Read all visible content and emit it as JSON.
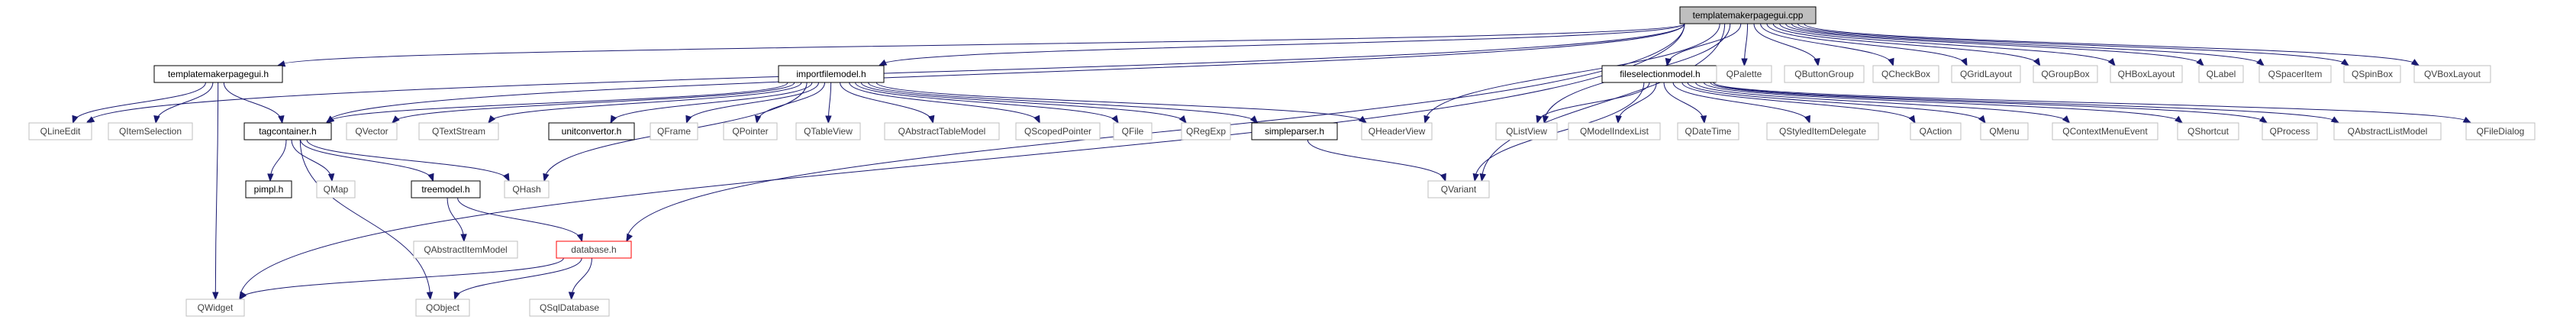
{
  "graph": {
    "root": "templatemakerpagegui.cpp",
    "nodes": [
      {
        "id": "root",
        "label": "templatemakerpagegui.cpp",
        "kind": "root"
      },
      {
        "id": "tmpagegui_h",
        "label": "templatemakerpagegui.h",
        "kind": "local"
      },
      {
        "id": "importfilemodel_h",
        "label": "importfilemodel.h",
        "kind": "local"
      },
      {
        "id": "fileselectionmodel_h",
        "label": "fileselectionmodel.h",
        "kind": "local"
      },
      {
        "id": "tagcontainer_h",
        "label": "tagcontainer.h",
        "kind": "local"
      },
      {
        "id": "unitconvertor_h",
        "label": "unitconvertor.h",
        "kind": "local"
      },
      {
        "id": "simpleparser_h",
        "label": "simpleparser.h",
        "kind": "local"
      },
      {
        "id": "pimpl_h",
        "label": "pimpl.h",
        "kind": "local"
      },
      {
        "id": "treemodel_h",
        "label": "treemodel.h",
        "kind": "local"
      },
      {
        "id": "database_h",
        "label": "database.h",
        "kind": "warn"
      },
      {
        "id": "QLineEdit",
        "label": "QLineEdit",
        "kind": "system"
      },
      {
        "id": "QItemSelection",
        "label": "QItemSelection",
        "kind": "system"
      },
      {
        "id": "QWidget",
        "label": "QWidget",
        "kind": "system"
      },
      {
        "id": "QVector",
        "label": "QVector",
        "kind": "system"
      },
      {
        "id": "QTextStream",
        "label": "QTextStream",
        "kind": "system"
      },
      {
        "id": "QFrame",
        "label": "QFrame",
        "kind": "system"
      },
      {
        "id": "QPointer",
        "label": "QPointer",
        "kind": "system"
      },
      {
        "id": "QTableView",
        "label": "QTableView",
        "kind": "system"
      },
      {
        "id": "QAbstractTableModel",
        "label": "QAbstractTableModel",
        "kind": "system"
      },
      {
        "id": "QScopedPointer",
        "label": "QScopedPointer",
        "kind": "system"
      },
      {
        "id": "QFile",
        "label": "QFile",
        "kind": "system"
      },
      {
        "id": "QRegExp",
        "label": "QRegExp",
        "kind": "system"
      },
      {
        "id": "QHeaderView",
        "label": "QHeaderView",
        "kind": "system"
      },
      {
        "id": "QMap",
        "label": "QMap",
        "kind": "system"
      },
      {
        "id": "QHash",
        "label": "QHash",
        "kind": "system"
      },
      {
        "id": "QObject",
        "label": "QObject",
        "kind": "system"
      },
      {
        "id": "QAbstractItemModel",
        "label": "QAbstractItemModel",
        "kind": "system"
      },
      {
        "id": "QSqlDatabase",
        "label": "QSqlDatabase",
        "kind": "system"
      },
      {
        "id": "QVariant",
        "label": "QVariant",
        "kind": "system"
      },
      {
        "id": "QListView",
        "label": "QListView",
        "kind": "system"
      },
      {
        "id": "QModelIndexList",
        "label": "QModelIndexList",
        "kind": "system"
      },
      {
        "id": "QDateTime",
        "label": "QDateTime",
        "kind": "system"
      },
      {
        "id": "QStyledItemDelegate",
        "label": "QStyledItemDelegate",
        "kind": "system"
      },
      {
        "id": "QAction",
        "label": "QAction",
        "kind": "system"
      },
      {
        "id": "QMenu",
        "label": "QMenu",
        "kind": "system"
      },
      {
        "id": "QContextMenuEvent",
        "label": "QContextMenuEvent",
        "kind": "system"
      },
      {
        "id": "QShortcut",
        "label": "QShortcut",
        "kind": "system"
      },
      {
        "id": "QProcess",
        "label": "QProcess",
        "kind": "system"
      },
      {
        "id": "QAbstractListModel",
        "label": "QAbstractListModel",
        "kind": "system"
      },
      {
        "id": "QFileDialog",
        "label": "QFileDialog",
        "kind": "system"
      },
      {
        "id": "QPalette",
        "label": "QPalette",
        "kind": "system"
      },
      {
        "id": "QButtonGroup",
        "label": "QButtonGroup",
        "kind": "system"
      },
      {
        "id": "QCheckBox",
        "label": "QCheckBox",
        "kind": "system"
      },
      {
        "id": "QGridLayout",
        "label": "QGridLayout",
        "kind": "system"
      },
      {
        "id": "QGroupBox",
        "label": "QGroupBox",
        "kind": "system"
      },
      {
        "id": "QHBoxLayout",
        "label": "QHBoxLayout",
        "kind": "system"
      },
      {
        "id": "QLabel",
        "label": "QLabel",
        "kind": "system"
      },
      {
        "id": "QSpacerItem",
        "label": "QSpacerItem",
        "kind": "system"
      },
      {
        "id": "QSpinBox",
        "label": "QSpinBox",
        "kind": "system"
      },
      {
        "id": "QVBoxLayout",
        "label": "QVBoxLayout",
        "kind": "system"
      }
    ],
    "edges": [
      [
        "root",
        "QWidget"
      ],
      [
        "root",
        "QLineEdit"
      ],
      [
        "root",
        "tmpagegui_h"
      ],
      [
        "root",
        "tagcontainer_h"
      ],
      [
        "root",
        "importfilemodel_h"
      ],
      [
        "root",
        "QHeaderView"
      ],
      [
        "root",
        "QVariant"
      ],
      [
        "root",
        "QListView"
      ],
      [
        "root",
        "fileselectionmodel_h"
      ],
      [
        "root",
        "database_h"
      ],
      [
        "root",
        "QPalette"
      ],
      [
        "root",
        "QButtonGroup"
      ],
      [
        "root",
        "QCheckBox"
      ],
      [
        "root",
        "QGridLayout"
      ],
      [
        "root",
        "QGroupBox"
      ],
      [
        "root",
        "QHBoxLayout"
      ],
      [
        "root",
        "QLabel"
      ],
      [
        "root",
        "QSpacerItem"
      ],
      [
        "root",
        "QSpinBox"
      ],
      [
        "root",
        "QVBoxLayout"
      ],
      [
        "tmpagegui_h",
        "QLineEdit"
      ],
      [
        "tmpagegui_h",
        "QItemSelection"
      ],
      [
        "tmpagegui_h",
        "QWidget"
      ],
      [
        "tmpagegui_h",
        "tagcontainer_h"
      ],
      [
        "importfilemodel_h",
        "tagcontainer_h"
      ],
      [
        "importfilemodel_h",
        "QVector"
      ],
      [
        "importfilemodel_h",
        "QTextStream"
      ],
      [
        "importfilemodel_h",
        "unitconvertor_h"
      ],
      [
        "importfilemodel_h",
        "QFrame"
      ],
      [
        "importfilemodel_h",
        "QPointer"
      ],
      [
        "importfilemodel_h",
        "QTableView"
      ],
      [
        "importfilemodel_h",
        "QAbstractTableModel"
      ],
      [
        "importfilemodel_h",
        "QScopedPointer"
      ],
      [
        "importfilemodel_h",
        "QFile"
      ],
      [
        "importfilemodel_h",
        "QRegExp"
      ],
      [
        "importfilemodel_h",
        "simpleparser_h"
      ],
      [
        "importfilemodel_h",
        "QHeaderView"
      ],
      [
        "importfilemodel_h",
        "QHash"
      ],
      [
        "tagcontainer_h",
        "pimpl_h"
      ],
      [
        "tagcontainer_h",
        "QMap"
      ],
      [
        "tagcontainer_h",
        "treemodel_h"
      ],
      [
        "tagcontainer_h",
        "QHash"
      ],
      [
        "tagcontainer_h",
        "QObject"
      ],
      [
        "simpleparser_h",
        "QVariant"
      ],
      [
        "treemodel_h",
        "QAbstractItemModel"
      ],
      [
        "treemodel_h",
        "database_h"
      ],
      [
        "database_h",
        "QWidget"
      ],
      [
        "database_h",
        "QObject"
      ],
      [
        "database_h",
        "QSqlDatabase"
      ],
      [
        "fileselectionmodel_h",
        "QListView"
      ],
      [
        "fileselectionmodel_h",
        "QVariant"
      ],
      [
        "fileselectionmodel_h",
        "QModelIndexList"
      ],
      [
        "fileselectionmodel_h",
        "QDateTime"
      ],
      [
        "fileselectionmodel_h",
        "QStyledItemDelegate"
      ],
      [
        "fileselectionmodel_h",
        "QAction"
      ],
      [
        "fileselectionmodel_h",
        "QMenu"
      ],
      [
        "fileselectionmodel_h",
        "QContextMenuEvent"
      ],
      [
        "fileselectionmodel_h",
        "QShortcut"
      ],
      [
        "fileselectionmodel_h",
        "QProcess"
      ],
      [
        "fileselectionmodel_h",
        "QAbstractListModel"
      ],
      [
        "fileselectionmodel_h",
        "QFileDialog"
      ]
    ]
  }
}
